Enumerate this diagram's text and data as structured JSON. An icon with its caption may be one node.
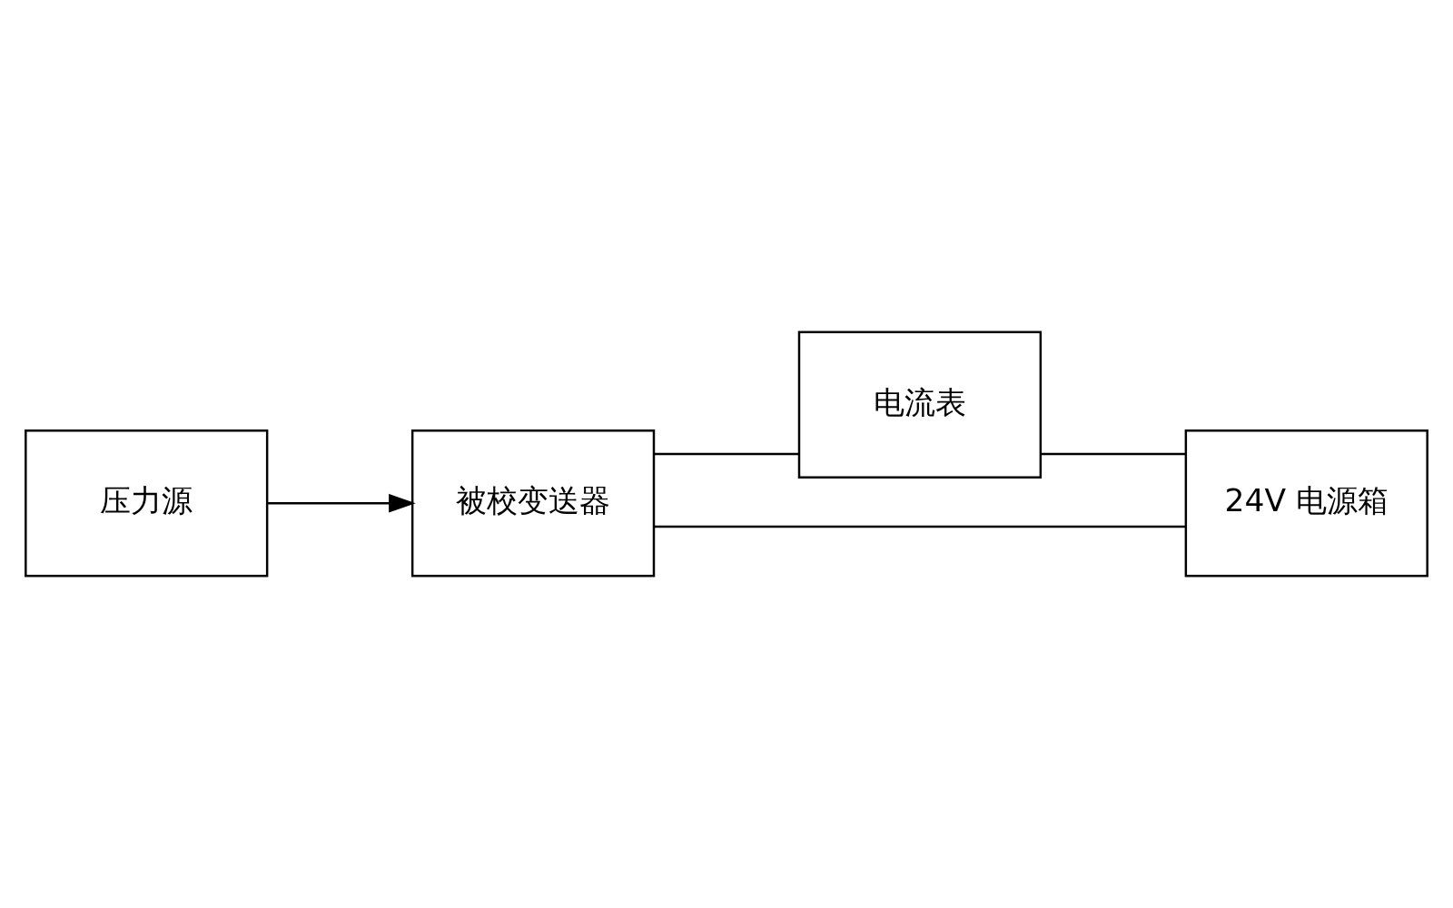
{
  "diagram": {
    "nodes": [
      {
        "text": [
          "压力源"
        ]
      },
      {
        "text": [
          "被校变送器"
        ]
      },
      {
        "text": [
          "电流表"
        ]
      },
      {
        "text": [
          "24V 电源箱"
        ]
      }
    ],
    "edges": [
      {
        "from": 0,
        "to": 1,
        "arrow": "to"
      },
      {
        "from": 1,
        "to": 2,
        "arrow": "none"
      },
      {
        "from": 2,
        "to": 3,
        "arrow": "none"
      },
      {
        "from": 1,
        "to": 3,
        "arrow": "none"
      }
    ]
  }
}
